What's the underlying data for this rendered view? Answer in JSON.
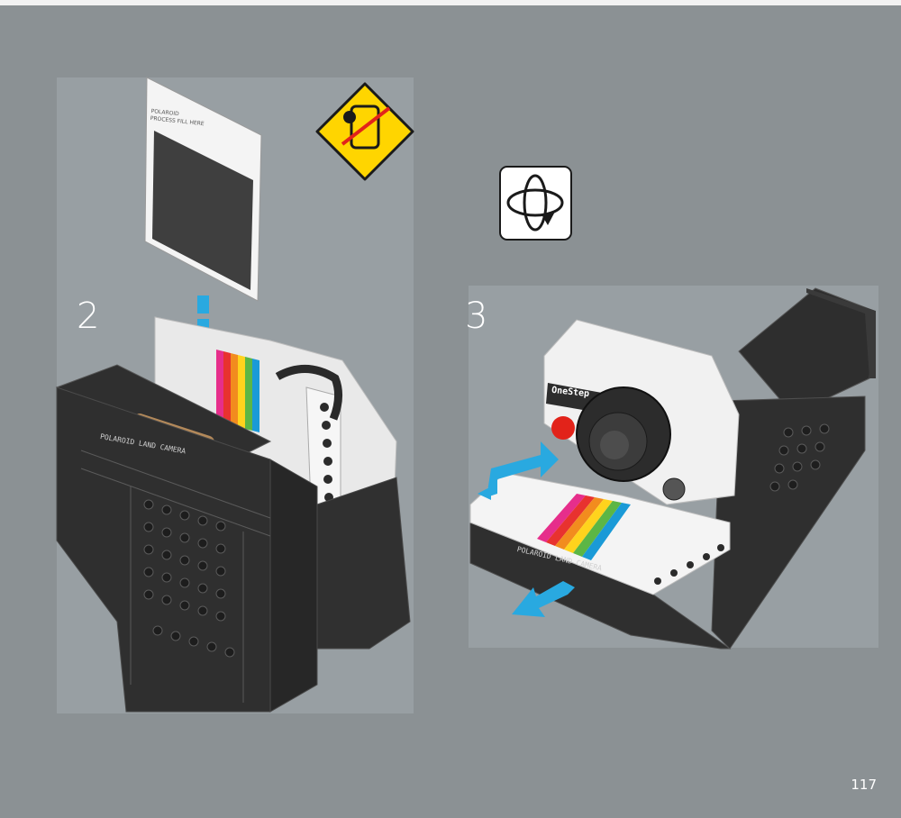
{
  "page": {
    "number": "117",
    "steps": [
      {
        "id": "2",
        "label": "2"
      },
      {
        "id": "3",
        "label": "3"
      }
    ]
  },
  "icons": {
    "warning": "no-small-parts-warning-icon",
    "rotate": "rotate-model-icon"
  },
  "film_card": {
    "print_lines": [
      "POLAROID",
      "PROCESS  FILL HERE"
    ]
  },
  "model_labels": {
    "step2_strip": "POLAROID LAND CAMERA",
    "step3_strip": "POLAROID LAND CAMERA",
    "step3_badge": "OneStep"
  },
  "colors": {
    "background": "#8b9194",
    "panel": "#989fa3",
    "arrow": "#29a9e0",
    "warning_yellow": "#ffd500",
    "rainbow": [
      "#e62e8b",
      "#e8322f",
      "#f28c1e",
      "#ffd31d",
      "#5cb645",
      "#1a9ad7"
    ]
  }
}
